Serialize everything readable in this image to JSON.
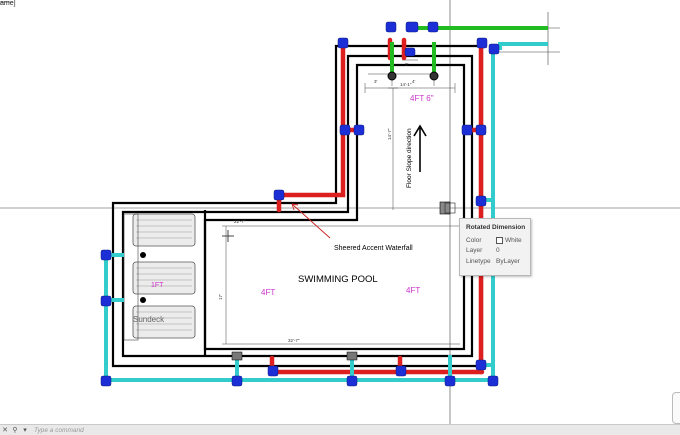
{
  "frame_label": "ame]",
  "drawing": {
    "labels": {
      "pool": "SWIMMING POOL",
      "depth_shallow": "4FT",
      "depth_right": "4FT",
      "depth_top": "4FT 6\"",
      "slope": "Floor Slope direction",
      "waterfall": "Sheered Accent Waterfall",
      "sundeck": "Sundeck",
      "sundeck_depth": "1FT"
    },
    "dimensions": {
      "top_width": "14'-1\"",
      "dim_22": "22'-7\"",
      "dim_32": "32'-7\"",
      "dim_17": "17'",
      "dim_14": "14'-7\"",
      "dim_small_a": "3'",
      "dim_small_b": "4'",
      "dim_small_c": "2'"
    },
    "colors": {
      "wall": "#000000",
      "red_pipe": "#dd1f1f",
      "cyan_pipe": "#33cccc",
      "green_pipe": "#22bb22",
      "fitting": "#1c2fd6",
      "text_magenta": "#cc33cc",
      "waterfall_arrow": "#cc2222"
    }
  },
  "tooltip": {
    "title": "Rotated Dimension",
    "color_label": "Color",
    "color_value": "White",
    "layer_label": "Layer",
    "layer_value": "0",
    "linetype_label": "Linetype",
    "linetype_value": "ByLayer"
  },
  "command_line": {
    "close_icon": "close-icon",
    "search_icon": "search-icon",
    "placeholder": "Type a command"
  }
}
